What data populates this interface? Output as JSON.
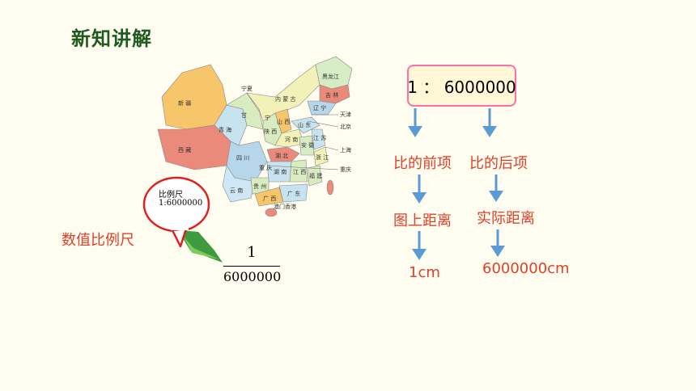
{
  "title": "新知讲解",
  "map": {
    "provinces": [
      "新 疆",
      "西 藏",
      "青 海",
      "四 川",
      "甘",
      "内 蒙 古",
      "吉 林",
      "黑龙江",
      "辽 宁",
      "山 西",
      "陕 西",
      "河 南",
      "湖 北",
      "湖 南",
      "江 西",
      "贵 州",
      "云 南",
      "广 西",
      "广 东",
      "安 徽",
      "江 苏",
      "浙 江",
      "福 建",
      "山 东",
      "重 庆",
      "宁"
    ],
    "side_labels": [
      "宁夏",
      "天津",
      "北京",
      "上海",
      "重庆",
      "香港",
      "澳门"
    ]
  },
  "bubble": {
    "line1": "比例尺",
    "line2": "1:6000000"
  },
  "numeric_label": "数值比例尺",
  "fraction": {
    "numerator": "1",
    "denominator": "6000000"
  },
  "ratio": "1 ： 6000000",
  "antecedent": "比的前项",
  "consequent": "比的后项",
  "map_distance": "图上距离",
  "real_distance": "实际距离",
  "one_cm": "1cm",
  "real_cm": "6000000cm",
  "colors": {
    "title": "#1f5a1f",
    "red": "#e0402a",
    "arrow": "#5b9bd5",
    "box_border": "#ff6fa8"
  }
}
